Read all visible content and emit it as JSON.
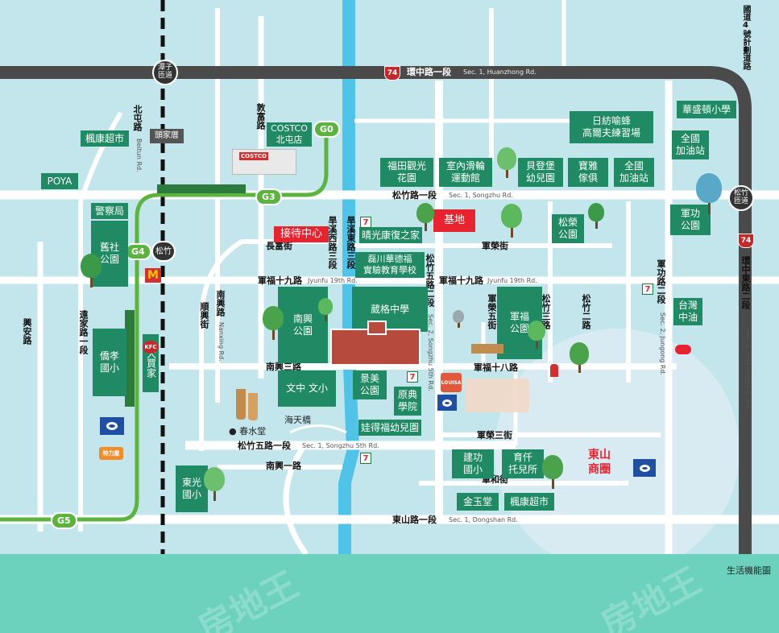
{
  "title": "生活機能圖",
  "watermark": "房地王",
  "highway_number": "74",
  "roads": {
    "huanzhong": {
      "zh": "環中路一段",
      "en": "Sec. 1, Huanzhong Rd."
    },
    "songzhu": {
      "zh": "松竹路一段",
      "en": "Sec. 1, Songzhu Rd."
    },
    "jyunfu19": {
      "zh": "軍福十九路",
      "en": "Jyunfu 19th Rd."
    },
    "songzhu5": {
      "zh": "松竹五路一段",
      "en": "Sec. 1, Songzhu 5th Rd."
    },
    "dongshan": {
      "zh": "東山路一段",
      "en": "Sec. 1, Dongshan Rd."
    },
    "beitun": {
      "zh": "北屯路",
      "en": "Beitun Rd."
    },
    "nanxing": {
      "zh": "南興路",
      "en": "Nanxing Rd."
    },
    "songzhu5_sec2": {
      "zh": "松竹五路二段",
      "en": "Sec. 2, Songzhu 5th Rd."
    },
    "jungong2": {
      "zh": "軍功路二段",
      "en": "Sec. 2, Jungong Rd."
    },
    "huanzhongE2": {
      "zh": "環中東路二段",
      "en": "Sec. 2, Huanzhong E. Rd."
    },
    "guodao4": "國道4號計劃道路",
    "dunfu": "敦富路",
    "changfu": "長富街",
    "junrong": "軍榮街",
    "junfu18": "軍福十八路",
    "junrong3": "軍榮三街",
    "junhe": "軍和街",
    "nanxing3": "南興三路",
    "nanxing1": "南興一路",
    "shunxing": "順興街",
    "xingan": "興安路",
    "yuanjia1": "遠家路一段",
    "zaoxi_w3": "旱溪西路三段",
    "zaoxi_e3": "旱溪東路三段",
    "junrong5": "軍榮五街",
    "songzhu3": "松竹三路",
    "songzhu2": "松竹二路",
    "haitian": "海天橋"
  },
  "stations": {
    "tanzi": "潭子\n匝道",
    "touzhacuo": "頭家厝",
    "songzhu_ramp": "松竹\n匝道",
    "songzhu": "松竹"
  },
  "line_stops": [
    "G0",
    "G3",
    "G4",
    "G5"
  ],
  "pois": {
    "costco": "COSTCO\n北屯店",
    "costco_sign": "COSTCO",
    "fengkang1": "楓康超市",
    "poya": "POYA",
    "police": "警察局",
    "jiushe": "舊社\n公園",
    "qiaoxiao": "僑孝\n國小",
    "damaijia": "大買家",
    "tejian": "特力屋",
    "dongguang": "東光\n國小",
    "chunshuitang": "春水堂",
    "nanxing_park": "南興\n公園",
    "juge": "葳格中學",
    "wenzhong": "文中 文小",
    "jingmei": "景美\n公園",
    "yuandian": "原典\n學院",
    "wadefu": "娃得福幼兒園",
    "reception": "接待中心",
    "site": "基地",
    "qingguang": "晴光康復之家",
    "leichuan": "磊川華德福\n實驗教育學校",
    "futian": "福田觀光\n花園",
    "huarun": "室內滑輪\n運動館",
    "beidengbao": "貝登堡\n幼兒園",
    "baoya": "寶雅\n傢俱",
    "quanguo1": "全國\n加油站",
    "rifang": "日紡喻蜂\n高爾夫練習場",
    "huashengdun": "華盛頓小學",
    "quanguo2": "全國\n加油站",
    "songrong": "松榮\n公園",
    "jungong_park": "軍功\n公園",
    "junfu_park": "軍福\n公園",
    "taiwan_oil": "台灣\n中油",
    "jiangong": "建功\n國小",
    "yuqian": "育仟\n托兒所",
    "jinyutang": "金玉堂",
    "fengkang2": "楓康超市",
    "dongshan_circle": "東山\n商圈",
    "louisa": "LOUISA",
    "seven": "7",
    "kfc": "KFC",
    "mcd": "M"
  },
  "colors": {
    "green_box": "#1f8a64",
    "red_box": "#e8222f",
    "line": "#5cb43e",
    "road": "#ffffff",
    "highway": "#4a4a4a",
    "river": "#4fc3e8",
    "footer": "#6cd2bd"
  }
}
